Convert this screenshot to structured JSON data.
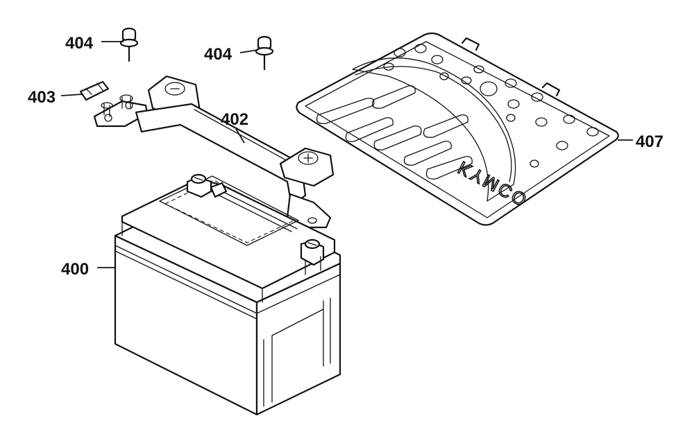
{
  "parts": {
    "battery": {
      "number": "400"
    },
    "battery_band": {
      "number": "402"
    },
    "fuse": {
      "number": "403"
    },
    "bolt_left": {
      "number": "404"
    },
    "bolt_right": {
      "number": "404"
    },
    "battery_cover": {
      "number": "407",
      "logo": "KYMCO"
    }
  },
  "colors": {
    "line": "#111111",
    "background": "#ffffff"
  }
}
